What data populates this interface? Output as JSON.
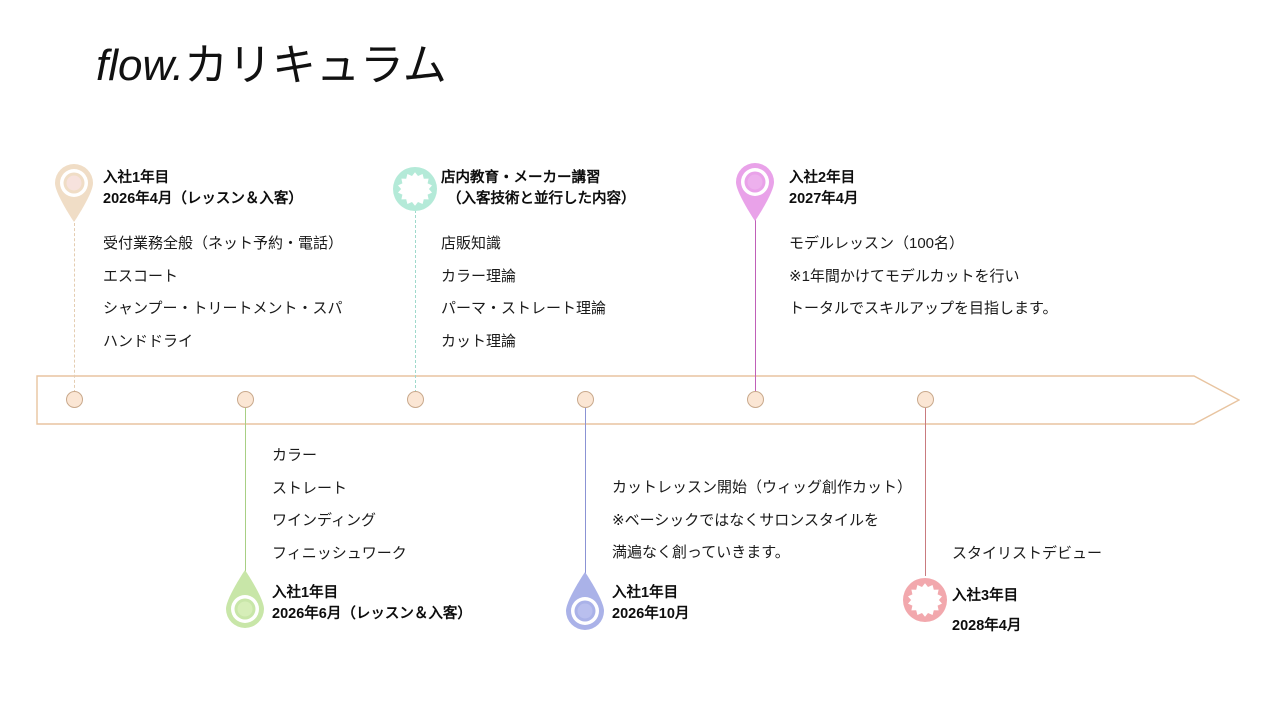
{
  "title": {
    "brand": "flow.",
    "suffix": "カリキュラム"
  },
  "timeline": {
    "bar_fill": "#ffffff",
    "bar_stroke": "#e8c4a0",
    "node_fill": "#fbe6d4",
    "node_stroke": "#c9a98c",
    "node_count": 6
  },
  "entries": [
    {
      "id": "entry-1",
      "icon": "map-pin-icon",
      "icon_color": "#f0ddc6",
      "icon_inner": "#f7e2dd",
      "connector": "dashed",
      "connector_color": "#e4cdb2",
      "position": "above",
      "head_line1": "入社1年目",
      "head_line2": "2026年4月（レッスン＆入客）",
      "body": [
        "受付業務全般（ネット予約・電話）",
        "エスコート",
        "シャンプー・トリートメント・スパ",
        "ハンドドライ"
      ]
    },
    {
      "id": "entry-2",
      "icon": "map-pin-icon",
      "icon_color": "#c8e6a8",
      "icon_inner": "#d6eeb8",
      "connector": "solid",
      "connector_color": "#a8cf84",
      "position": "below",
      "head_line1": "入社1年目",
      "head_line2": "2026年6月（レッスン＆入客）",
      "body": [
        "カラー",
        "ストレート",
        "ワインディング",
        "フィニッシュワーク"
      ]
    },
    {
      "id": "entry-3",
      "icon": "starburst-circle-icon",
      "icon_color": "#b4ead8",
      "icon_inner": "#ffffff",
      "connector": "dashed",
      "connector_color": "#9fd9cb",
      "position": "above",
      "head_line1": "店内教育・メーカー講習",
      "head_line2": "（入客技術と並行した内容）",
      "body": [
        "店販知識",
        "カラー理論",
        "パーマ・ストレート理論",
        "カット理論"
      ]
    },
    {
      "id": "entry-4",
      "icon": "map-pin-icon",
      "icon_color": "#aab2e8",
      "icon_inner": "#b9bfee",
      "connector": "solid",
      "connector_color": "#8b93d4",
      "position": "below",
      "head_line1": "入社1年目",
      "head_line2": "2026年10月",
      "body": [
        "カットレッスン開始（ウィッグ創作カット）",
        "※ベーシックではなくサロンスタイルを",
        "満遍なく創っていきます。"
      ]
    },
    {
      "id": "entry-5",
      "icon": "map-pin-icon",
      "icon_color": "#e9a2e9",
      "icon_inner": "#edb0ed",
      "connector": "solid",
      "connector_color": "#c060b8",
      "position": "above",
      "head_line1": "入社2年目",
      "head_line2": "2027年4月",
      "body": [
        "モデルレッスン（100名）",
        "※1年間かけてモデルカットを行い",
        "トータルでスキルアップを目指します。"
      ]
    },
    {
      "id": "entry-6",
      "icon": "starburst-circle-icon",
      "icon_color": "#f2a8ad",
      "icon_inner": "#ffffff",
      "connector": "solid",
      "connector_color": "#c97b7f",
      "position": "below",
      "head_line1": "入社3年目",
      "head_line2": "2028年4月",
      "body": [
        "スタイリストデビュー"
      ]
    }
  ]
}
